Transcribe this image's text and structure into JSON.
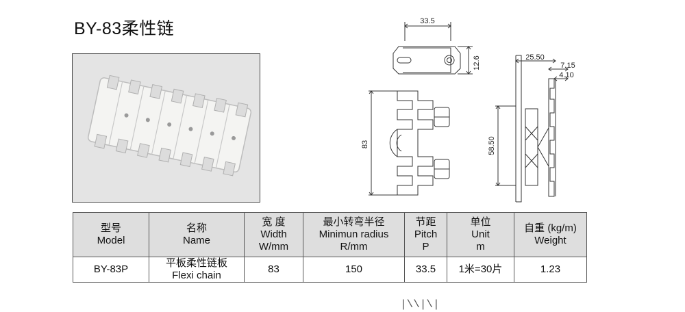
{
  "title": "BY-83柔性链",
  "drawings": {
    "front_view": {
      "width_dim": "33.5",
      "height_dim": "12.6"
    },
    "side_view": {
      "length_dim": "83"
    },
    "section_view": {
      "dim_top": "25.50",
      "dim_mid": "7.15",
      "dim_small": "4.10",
      "dim_height": "58.50"
    }
  },
  "table": {
    "headers": [
      {
        "cn": "型号",
        "en": "Model",
        "unit": ""
      },
      {
        "cn": "名称",
        "en": "Name",
        "unit": ""
      },
      {
        "cn": "宽 度",
        "en": "Width",
        "unit": "W/mm"
      },
      {
        "cn": "最小转弯半径",
        "en": "Minimun radius",
        "unit": "R/mm"
      },
      {
        "cn": "节距",
        "en": "Pitch",
        "unit": "P"
      },
      {
        "cn": "单位",
        "en": "Unit",
        "unit": "m"
      },
      {
        "cn": "自重 (kg/m)",
        "en": "Weight",
        "unit": ""
      }
    ],
    "row": {
      "model": "BY-83P",
      "name_cn": "平板柔性链板",
      "name_en": "Flexi chain",
      "width": "83",
      "radius": "150",
      "pitch": "33.5",
      "unit": "1米=30片",
      "weight": "1.23"
    }
  },
  "bottom_mark": "|\\\\|\\|"
}
